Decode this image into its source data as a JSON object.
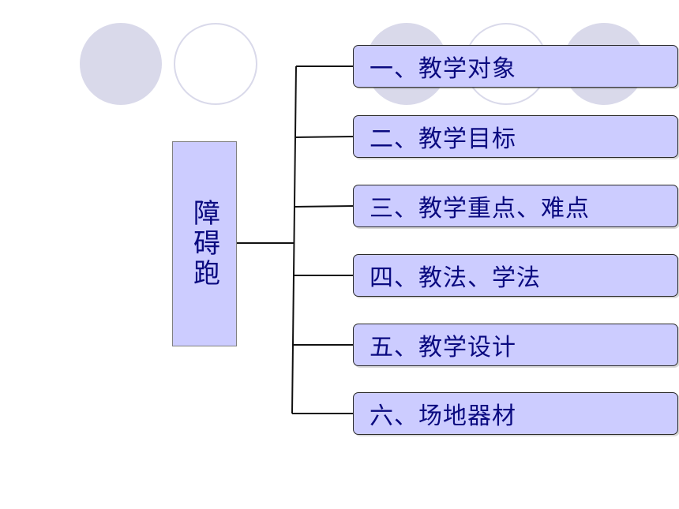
{
  "diagram": {
    "root": {
      "label": "障碍跑"
    },
    "items": [
      {
        "label": "一、教学对象"
      },
      {
        "label": "二、教学目标"
      },
      {
        "label": "三、教学重点、难点"
      },
      {
        "label": "四、教法、学法"
      },
      {
        "label": "五、教学设计"
      },
      {
        "label": "六、场地器材"
      }
    ]
  },
  "colors": {
    "box_fill": "#ccccff",
    "text": "#0a0a80",
    "circle": "#d9d9ea"
  }
}
